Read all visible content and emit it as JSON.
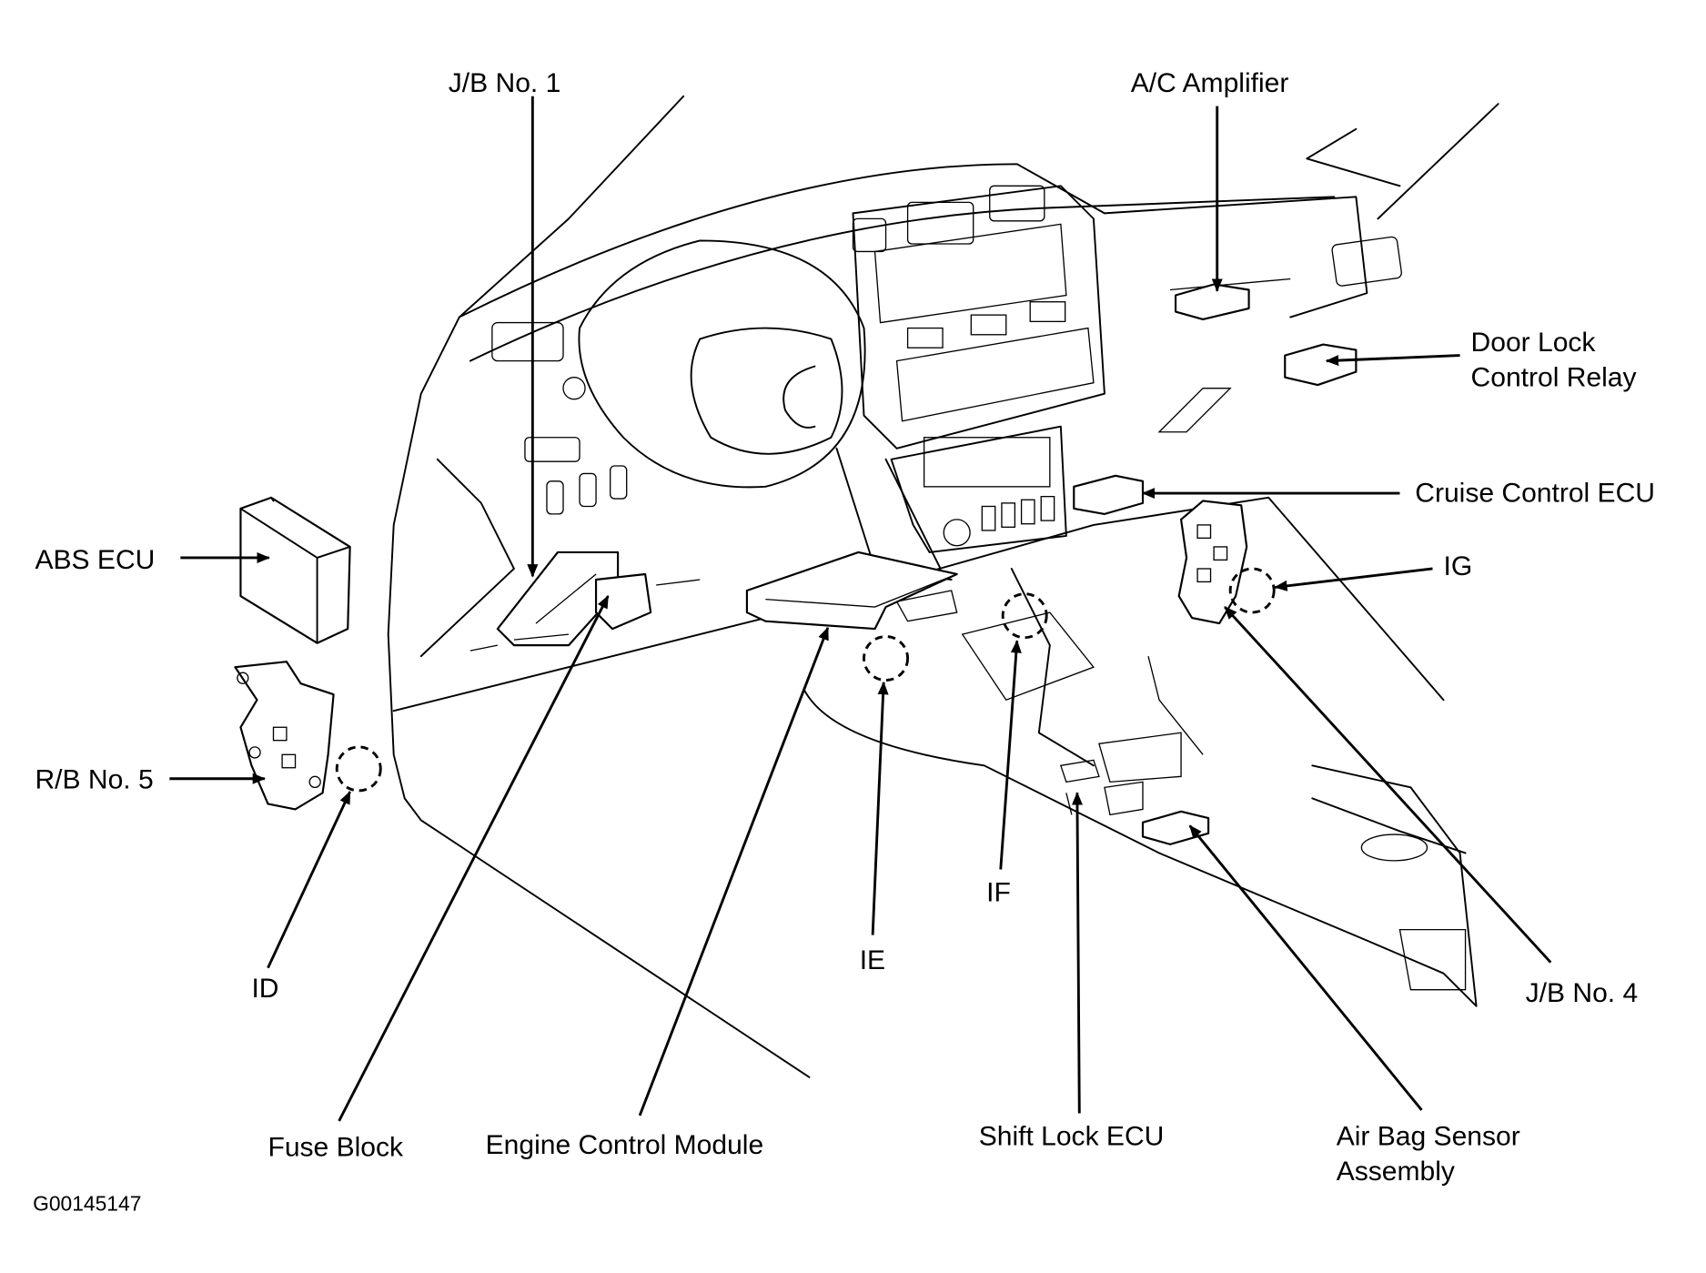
{
  "labels": {
    "jb_no1": "J/B No. 1",
    "ac_amplifier": "A/C Amplifier",
    "door_lock_line1": "Door Lock",
    "door_lock_line2": "Control Relay",
    "cruise_control_ecu": "Cruise Control ECU",
    "ig": "IG",
    "abs_ecu": "ABS ECU",
    "rb_no5": "R/B No. 5",
    "id": "ID",
    "fuse_block": "Fuse Block",
    "engine_control_module": "Engine Control Module",
    "ie": "IE",
    "if": "IF",
    "shift_lock_ecu": "Shift Lock ECU",
    "air_bag_line1": "Air Bag Sensor",
    "air_bag_line2": "Assembly",
    "jb_no4": "J/B No. 4"
  },
  "figure_code": "G00145147",
  "connector_marker_style": "dashed-circle"
}
